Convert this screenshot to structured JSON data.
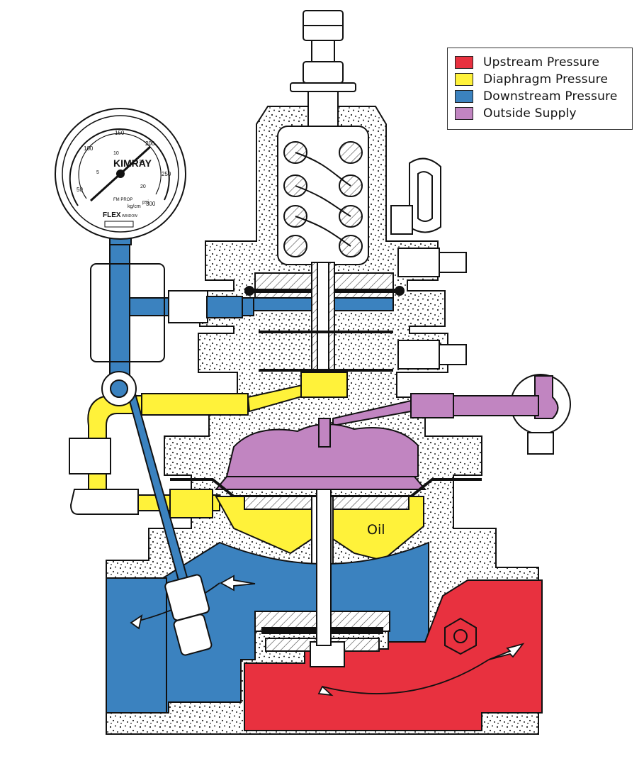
{
  "colors": {
    "upstream": "#e8313f",
    "diaphragm": "#fff23a",
    "downstream": "#3b82bf",
    "outside": "#c185c1",
    "body": "#ffffff",
    "line": "#111111"
  },
  "legend": {
    "items": [
      {
        "label": "Upstream Pressure",
        "color": "#e8313f"
      },
      {
        "label": "Diaphragm Pressure",
        "color": "#fff23a"
      },
      {
        "label": "Downstream Pressure",
        "color": "#3b82bf"
      },
      {
        "label": "Outside Supply",
        "color": "#c185c1"
      }
    ]
  },
  "labels": {
    "oil": "Oil"
  },
  "gauge": {
    "brand": "KIMRAY",
    "psi_ticks": [
      "50",
      "100",
      "150",
      "200",
      "250",
      "300"
    ],
    "kgcm_ticks": [
      "5",
      "10",
      "15",
      "20"
    ],
    "unit_psi": "psi",
    "unit_kg": "kg/cm",
    "maker": "FLEX",
    "maker_sub": "WINDOW",
    "small_print": "FM PROP"
  },
  "icons": [
    "gauge-icon",
    "arrow-icon",
    "spring-icon",
    "hex-nut-icon"
  ]
}
